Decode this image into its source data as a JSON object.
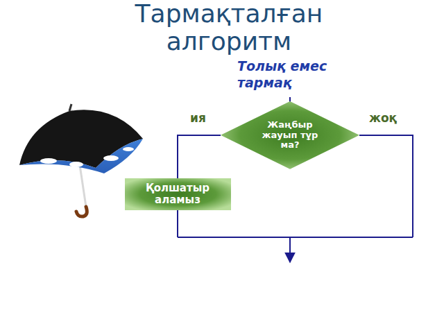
{
  "diagram": {
    "title": "Тармақталған алгоритм",
    "nodes": [
      {
        "text": [
          "Жаңбыр жауып тұр ма?"
        ]
      },
      {
        "text": [
          "Қолшатыр аламыз"
        ]
      }
    ],
    "edges": [
      {
        "from": 0,
        "to": 1,
        "arrow": "none",
        "label": "ия"
      }
    ],
    "labels": [
      "Толық емес тармақ",
      "жоқ"
    ]
  }
}
